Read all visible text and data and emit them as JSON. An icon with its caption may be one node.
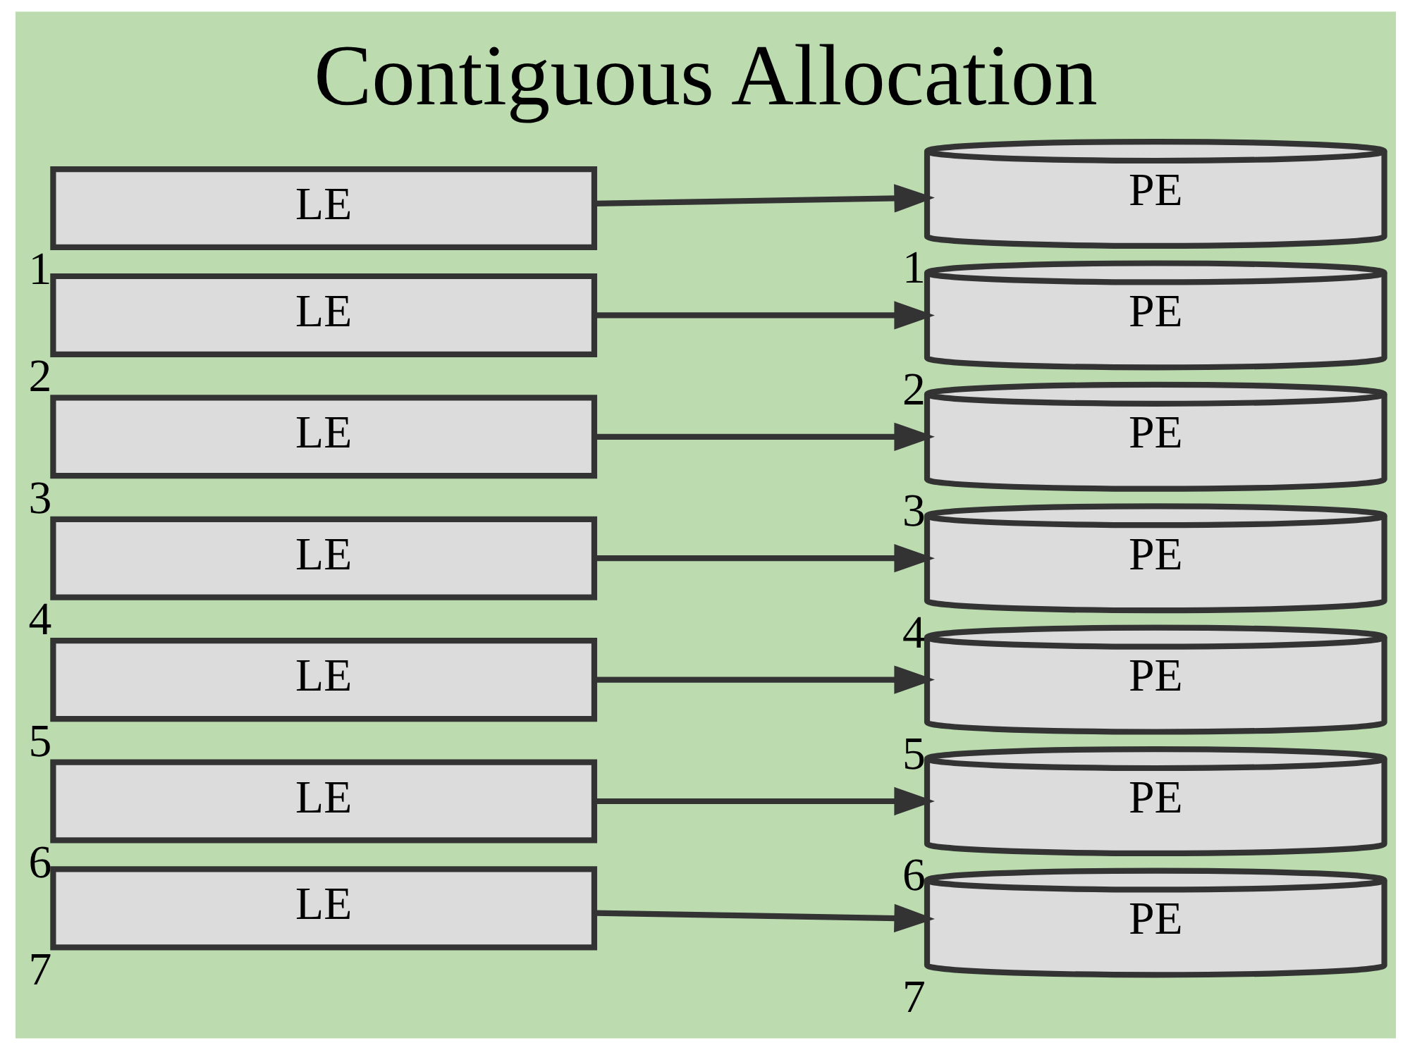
{
  "diagram": {
    "title": "Contiguous Allocation",
    "nodes": [
      {
        "text": [
          "LE"
        ],
        "beside": [
          "1"
        ]
      },
      {
        "text": [
          "LE"
        ],
        "beside": [
          "2"
        ]
      },
      {
        "text": [
          "LE"
        ],
        "beside": [
          "3"
        ]
      },
      {
        "text": [
          "LE"
        ],
        "beside": [
          "4"
        ]
      },
      {
        "text": [
          "LE"
        ],
        "beside": [
          "5"
        ]
      },
      {
        "text": [
          "LE"
        ],
        "beside": [
          "6"
        ]
      },
      {
        "text": [
          "LE"
        ],
        "beside": [
          "7"
        ]
      },
      {
        "text": [
          "PE"
        ],
        "beside": [
          "1"
        ]
      },
      {
        "text": [
          "PE"
        ],
        "beside": [
          "2"
        ]
      },
      {
        "text": [
          "PE"
        ],
        "beside": [
          "3"
        ]
      },
      {
        "text": [
          "PE"
        ],
        "beside": [
          "4"
        ]
      },
      {
        "text": [
          "PE"
        ],
        "beside": [
          "5"
        ]
      },
      {
        "text": [
          "PE"
        ],
        "beside": [
          "6"
        ]
      },
      {
        "text": [
          "PE"
        ],
        "beside": [
          "7"
        ]
      }
    ],
    "edges": [
      {
        "from": 0,
        "to": 7,
        "arrow": "to"
      },
      {
        "from": 1,
        "to": 8,
        "arrow": "to"
      },
      {
        "from": 2,
        "to": 9,
        "arrow": "to"
      },
      {
        "from": 3,
        "to": 10,
        "arrow": "to"
      },
      {
        "from": 4,
        "to": 11,
        "arrow": "to"
      },
      {
        "from": 5,
        "to": 12,
        "arrow": "to"
      },
      {
        "from": 6,
        "to": 13,
        "arrow": "to"
      }
    ]
  }
}
